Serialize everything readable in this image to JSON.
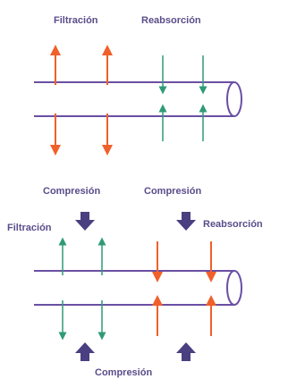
{
  "labels": {
    "top_filtracion": "Filtración",
    "top_reabsorcion": "Reabsorción",
    "compresion_left": "Compresión",
    "compresion_right": "Compresión",
    "bottom_filtracion": "Filtración",
    "bottom_reabsorcion": "Reabsorción",
    "compresion_bottom": "Compresión"
  },
  "colors": {
    "tube": "#6a4fa3",
    "filtration_arrow": "#f0602a",
    "reabsorption_arrow": "#2f9a78",
    "compression_arrow": "#4a3f80",
    "label": "#5a4d8a"
  }
}
